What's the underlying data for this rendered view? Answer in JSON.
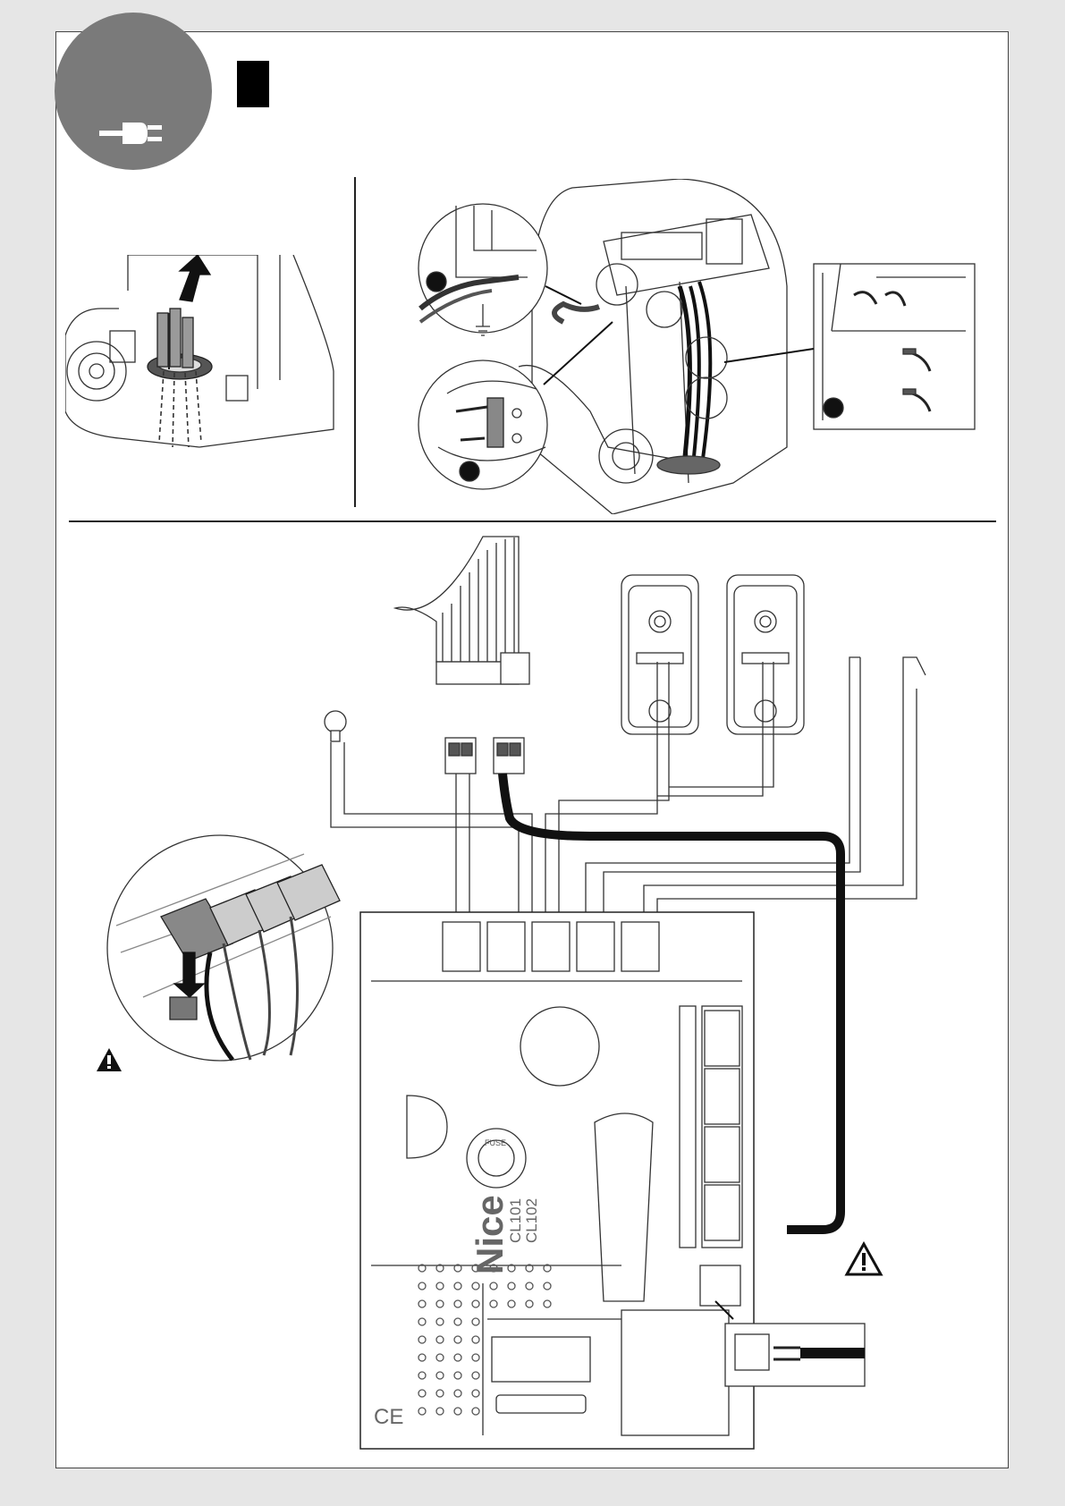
{
  "badge": {
    "icon": "power-plug-icon",
    "color": "#7a7a7a"
  },
  "section_marker": {
    "color": "#000000"
  },
  "control_unit": {
    "brand": "Nice",
    "models": [
      "CL101",
      "CL102"
    ],
    "fuse_label": "FUSE",
    "ce_mark": "CE"
  },
  "terminals": [
    {
      "id": "flashing-light",
      "icon": "sun-icon"
    },
    {
      "id": "courtesy-light",
      "icon": "sun-icon"
    },
    {
      "id": "photocell",
      "icon": "photocell-icon"
    },
    {
      "id": "stop",
      "icon": "stop-icon"
    },
    {
      "id": "step-by-step",
      "icon": "step-by-step-icon"
    }
  ],
  "programming_buttons": [
    {
      "icon": "blank-button-icon"
    },
    {
      "icon": "open-close-light-icon"
    },
    {
      "icon": "reverse-light-icon"
    },
    {
      "icon": "radio-icon"
    }
  ],
  "warnings": [
    {
      "icon": "warning-triangle-icon"
    },
    {
      "icon": "warning-triangle-icon"
    }
  ],
  "callouts": [
    {
      "icon": "black-dot-icon"
    },
    {
      "icon": "black-dot-icon"
    },
    {
      "icon": "black-dot-icon"
    }
  ]
}
